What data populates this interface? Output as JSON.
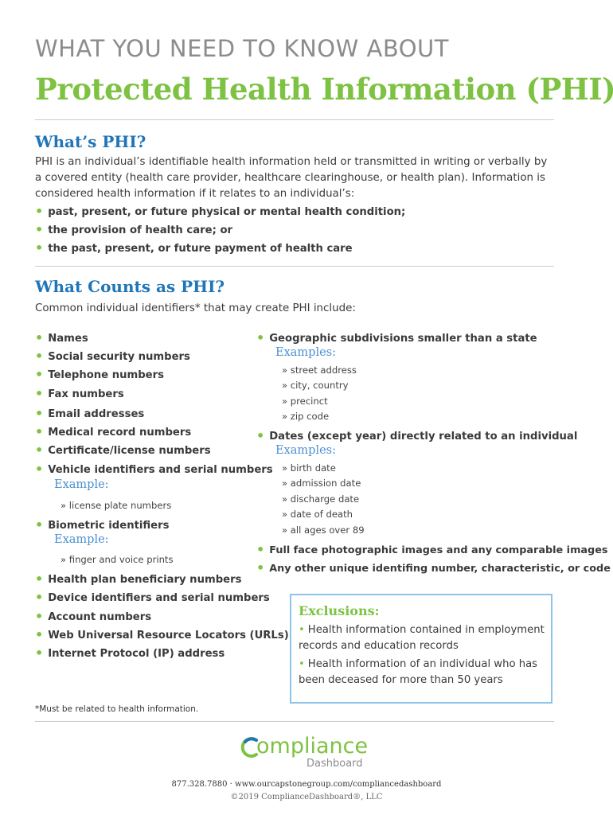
{
  "header": {
    "kicker": "WHAT YOU NEED TO KNOW ABOUT",
    "title": "Protected Health Information (PHI)"
  },
  "section1": {
    "heading": "What’s PHI?",
    "intro": "PHI is an individual’s identifiable health information held or transmitted in writing or verbally by a covered entity (health care provider, healthcare clearinghouse, or health plan). Information is considered health information if it relates to an individual’s:",
    "bullets": [
      "past, present, or future physical or mental health condition;",
      "the provision of health care; or",
      "the past, present, or future payment of health care"
    ]
  },
  "section2": {
    "heading": "What Counts as PHI?",
    "intro": "Common individual identifiers* that may create PHI include:",
    "left": {
      "b1": "Names",
      "b2": "Social security numbers",
      "b3": "Telephone numbers",
      "b4": "Fax numbers",
      "b5": "Email addresses",
      "b6": "Medical record numbers",
      "b7": "Certificate/license numbers",
      "b8": "Vehicle identifiers and serial numbers",
      "ex1_label": "Example:",
      "ex1_item": "» license plate numbers",
      "b9": "Biometric identifiers",
      "ex2_label": "Example:",
      "ex2_item": "» finger and voice prints",
      "b10": "Health plan beneficiary numbers",
      "b11": "Device identifiers and serial numbers",
      "b12": "Account numbers",
      "b13": "Web Universal Resource Locators (URLs)",
      "b14": "Internet Protocol (IP) address"
    },
    "right": {
      "b1": "Geographic subdivisions smaller than a state",
      "ex1_label": "Examples:",
      "ex1_items": [
        "» street address",
        "» city, country",
        "» precinct",
        "» zip code"
      ],
      "b2": "Dates (except year) directly related to an individual",
      "ex2_label": "Examples:",
      "ex2_items": [
        "» birth date",
        "» admission date",
        "» discharge date",
        "» date of death",
        "» all ages over 89"
      ],
      "b3": "Full face photographic images and any comparable images",
      "b4": "Any other unique identifing number, characteristic, or code"
    }
  },
  "exclusions": {
    "title": "Exclusions:",
    "items": [
      "Health information contained in employment records and education records",
      "Health information of an individual who has been deceased for more than 50 years"
    ]
  },
  "footnote": "*Must be related to health information.",
  "footer": {
    "logo_main": "ompliance",
    "logo_sub": "Dashboard",
    "contact": "877.328.7880  ·  www.ourcapstonegroup.com/compliancedashboard",
    "copyright": "©2019 ComplianceDashboard®, LLC"
  },
  "colors": {
    "accent_green": "#7dc242",
    "heading_blue": "#1f75b8",
    "example_blue": "#4a90d0",
    "kicker_gray": "#8a8c8f"
  }
}
